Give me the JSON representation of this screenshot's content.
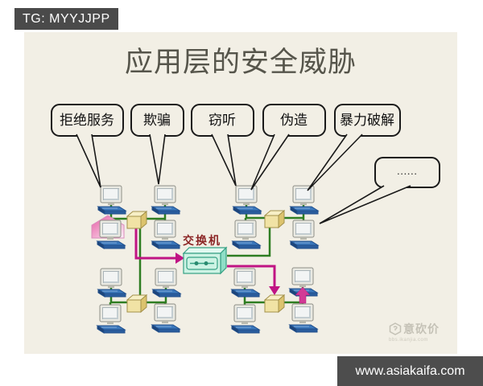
{
  "tg_banner": {
    "label": "TG: MYYJJPP"
  },
  "slide": {
    "title": "应用层的安全威胁",
    "bubbles": {
      "denial_of_service": "拒绝服务",
      "spoofing": "欺骗",
      "eavesdropping": "窃听",
      "forgery": "伪造",
      "brute_force": "暴力破解",
      "ellipsis": "......"
    },
    "switch_label": "交换机"
  },
  "watermark": {
    "brand": "意砍价",
    "subtext": "bbs.ikanjia.com"
  },
  "footer": {
    "url": "www.asiakaifa.com"
  },
  "colors": {
    "slide_bg": "#f2efe5",
    "line_green": "#2e7d22",
    "line_magenta": "#c01484",
    "tg_banner_bg": "#4a4a4a",
    "footer_bg": "#4d4d4d",
    "switch_label": "#8b2525",
    "switch_body": "#cdf3e4",
    "hub_cube": "#f1e3a5",
    "pc_base_blue": "#3b78bc"
  }
}
